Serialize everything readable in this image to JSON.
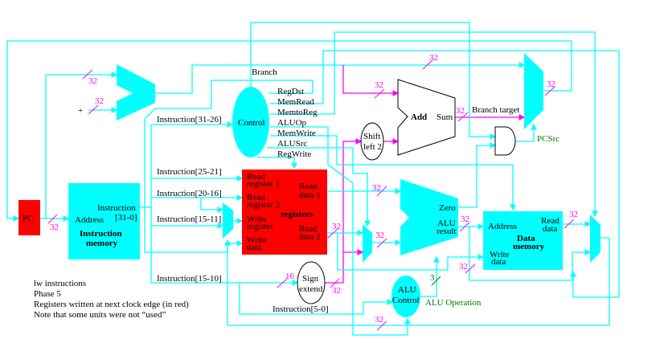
{
  "colors": {
    "wire": "#00ffff",
    "bus_width": "#ff00ff",
    "written_register": "#ff0000",
    "control_signal_label": "#007700"
  },
  "pc": {
    "label": "PC"
  },
  "instruction_memory": {
    "output_label_1": "Instruction",
    "output_label_2": "[31-0]",
    "address_label": "Address",
    "title_1": "Instruction",
    "title_2": "memory"
  },
  "pc_adder": {
    "constant_input": "+"
  },
  "control": {
    "label": "Control",
    "signals": [
      "Branch",
      "RegDst",
      "MemRead",
      "MemtoReg",
      "ALUOp",
      "MemWrite",
      "ALUSrc",
      "RegWrite"
    ]
  },
  "instruction_fields": [
    "Instruction[31-26]",
    "Instruction[25-21]",
    "Instruction[20-16]",
    "Instruction[15-11]",
    "Instruction[15-10]",
    "Instruction[5-0]"
  ],
  "registers": {
    "title": "registers",
    "read_register_1": [
      "Read",
      "register 1"
    ],
    "read_register_2": [
      "Read",
      "register 2"
    ],
    "write_register": [
      "Write",
      "register"
    ],
    "write_data": [
      "Write",
      "data"
    ],
    "read_data_1": [
      "Read",
      "data 1"
    ],
    "read_data_2": [
      "Read",
      "data 2"
    ]
  },
  "sign_extend": {
    "line1": "Sign",
    "line2": "extend"
  },
  "shift_left": {
    "line1": "Shift",
    "line2": "left 2"
  },
  "branch_adder": {
    "label": "Add",
    "output": "Sum",
    "output_label": "Branch target"
  },
  "pcsrc_label": "PCSrc",
  "alu": {
    "zero": "Zero",
    "result_1": "ALU",
    "result_2": "result"
  },
  "alu_control": {
    "line1": "ALU",
    "line2": "Control",
    "operation_label": "ALU Operation",
    "width": "3"
  },
  "data_memory": {
    "address": "Address",
    "read_data": [
      "Read",
      "data"
    ],
    "write_data": [
      "Write",
      "data"
    ],
    "title_1": "Data",
    "title_2": "memory"
  },
  "bus_widths": {
    "w32": "32",
    "w16": "16"
  },
  "notes": [
    "lw instructions",
    "Phase 5",
    "Registers  written at next clock edge (in red)",
    "Note that some units were not “used”"
  ]
}
